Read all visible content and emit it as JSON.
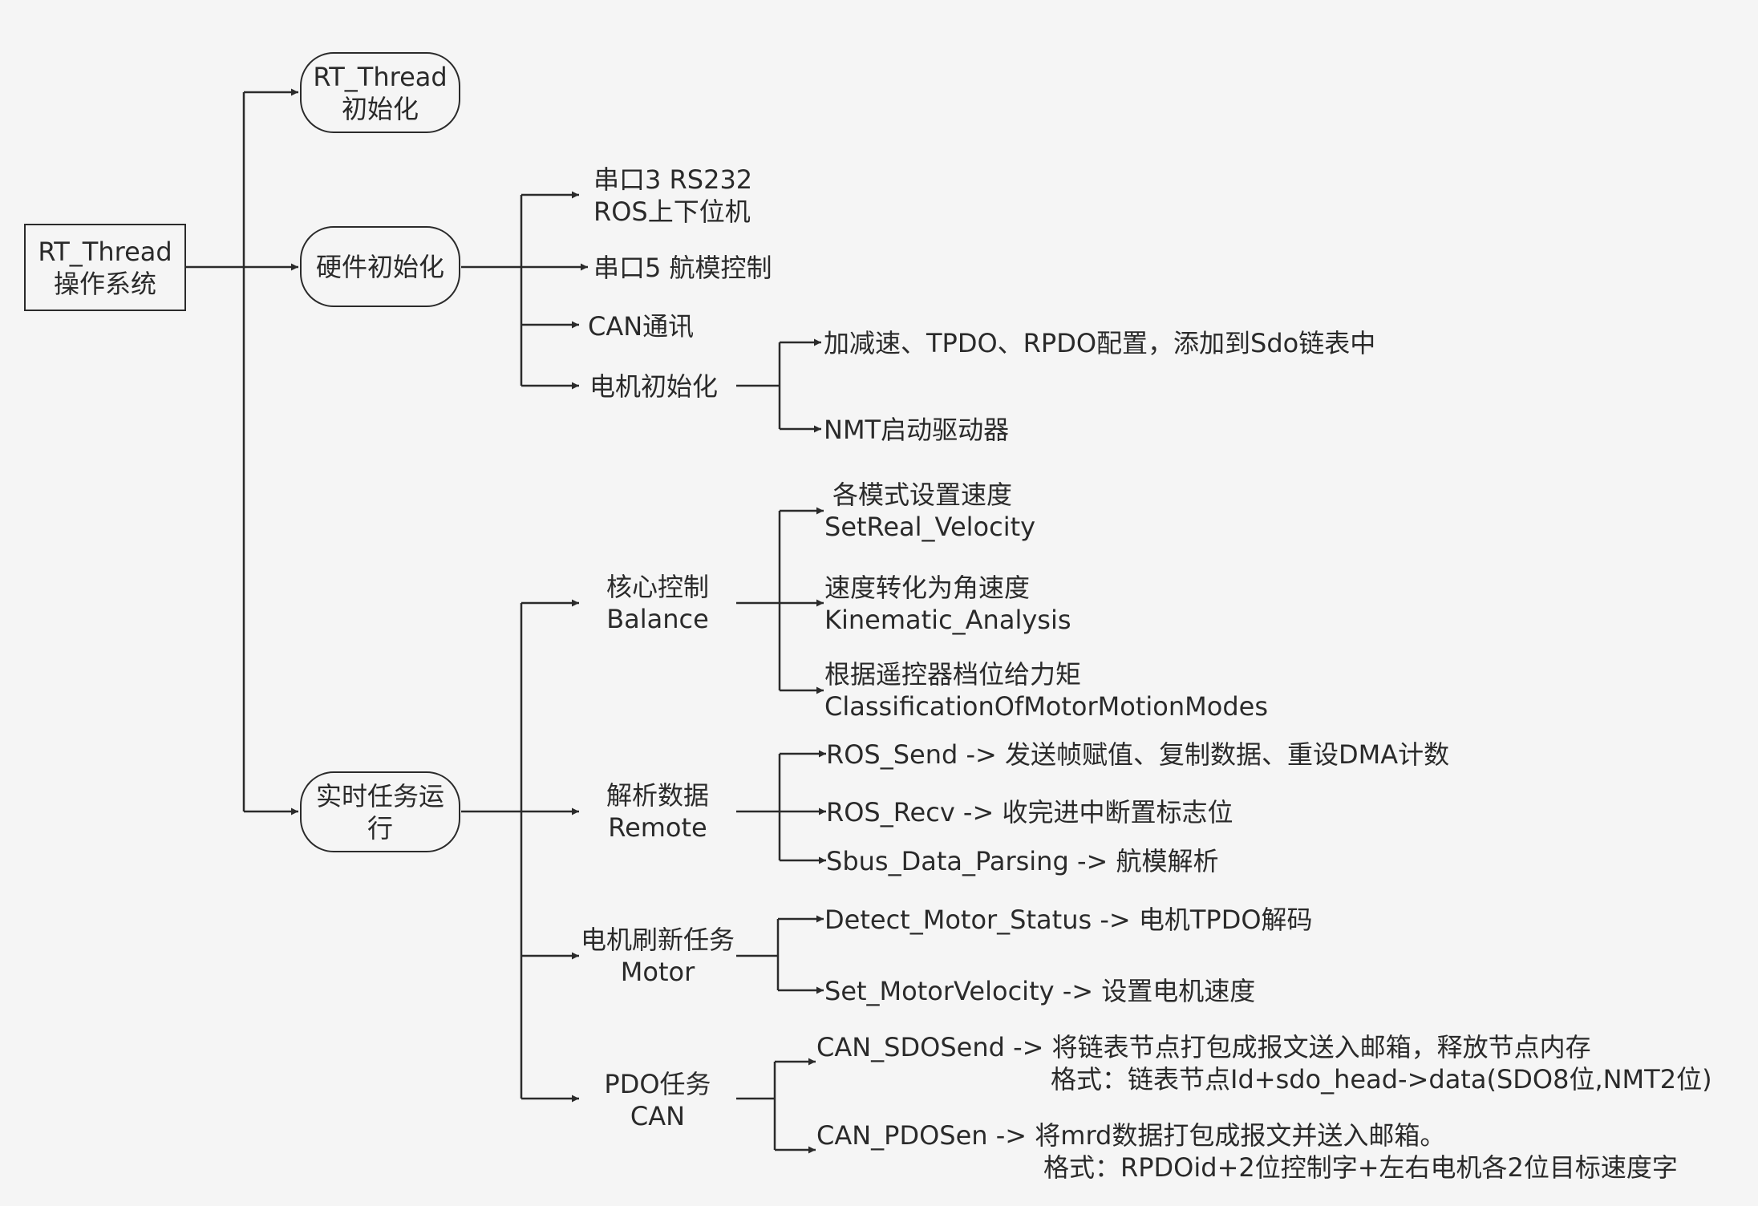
{
  "root": {
    "line1": "RT_Thread",
    "line2": "操作系统"
  },
  "level1": {
    "rtinit": {
      "line1": "RT_Thread",
      "line2": "初始化"
    },
    "hwinit": {
      "label": "硬件初始化"
    },
    "rttask": {
      "line1": "实时任务运",
      "line2": "行"
    }
  },
  "hardware": {
    "uart3": {
      "line1": "串口3  RS232",
      "line2": "ROS上下位机"
    },
    "uart5": {
      "label": "串口5  航模控制"
    },
    "can": {
      "label": "CAN通讯"
    },
    "motor_init": {
      "label": "电机初始化"
    },
    "motor_children": [
      "加减速、TPDO、RPDO配置，添加到Sdo链表中",
      "NMT启动驱动器"
    ]
  },
  "tasks": {
    "balance": {
      "line1": "核心控制",
      "line2": "Balance",
      "items": [
        {
          "line1": "各模式设置速度",
          "line2": "SetReal_Velocity"
        },
        {
          "line1": "速度转化为角速度",
          "line2": "Kinematic_Analysis"
        },
        {
          "line1": "根据遥控器档位给力矩",
          "line2": "ClassificationOfMotorMotionModes"
        }
      ]
    },
    "remote": {
      "line1": "解析数据",
      "line2": "Remote",
      "items": [
        "ROS_Send  ->  发送帧赋值、复制数据、重设DMA计数",
        "ROS_Recv  ->  收完进中断置标志位",
        "Sbus_Data_Parsing  ->  航模解析"
      ]
    },
    "motor": {
      "line1": "电机刷新任务",
      "line2": "Motor",
      "items": [
        "Detect_Motor_Status  ->  电机TPDO解码",
        "Set_MotorVelocity  -> 设置电机速度"
      ]
    },
    "can": {
      "line1": "PDO任务",
      "line2": "CAN",
      "items": [
        {
          "line1": "CAN_SDOSend  ->  将链表节点打包成报文送入邮箱，释放节点内存",
          "line2": "格式：链表节点Id+sdo_head->data(SDO8位,NMT2位)"
        },
        {
          "line1": "CAN_PDOSen  ->  将mrd数据打包成报文并送入邮箱。",
          "line2": "格式：RPDOid+2位控制字+左右电机各2位目标速度字"
        }
      ]
    }
  }
}
